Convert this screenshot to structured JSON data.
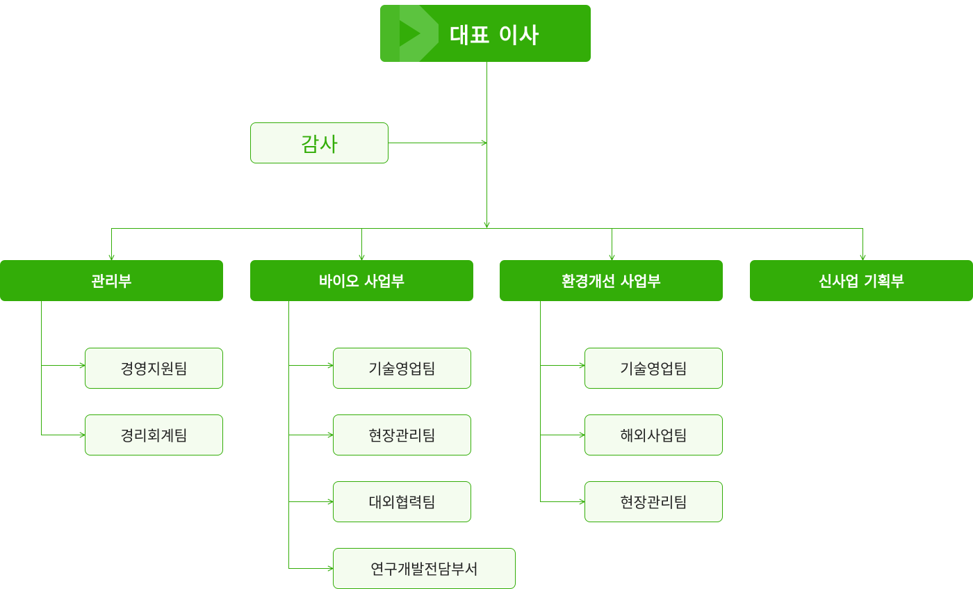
{
  "ceo": {
    "label": "대표 이사"
  },
  "audit": {
    "label": "감사"
  },
  "departments": [
    {
      "label": "관리부",
      "teams": [
        "경영지원팀",
        "경리회계팀"
      ]
    },
    {
      "label": "바이오 사업부",
      "teams": [
        "기술영업팀",
        "현장관리팀",
        "대외협력팀",
        "연구개발전담부서"
      ]
    },
    {
      "label": "환경개선 사업부",
      "teams": [
        "기술영업팀",
        "해외사업팀",
        "현장관리팀"
      ]
    },
    {
      "label": "신사업 기획부",
      "teams": []
    }
  ],
  "colors": {
    "primary": "#33ad08",
    "box_fill": "#f4fcef",
    "logo_light": "#5cc33f",
    "text_dark": "#222222"
  }
}
